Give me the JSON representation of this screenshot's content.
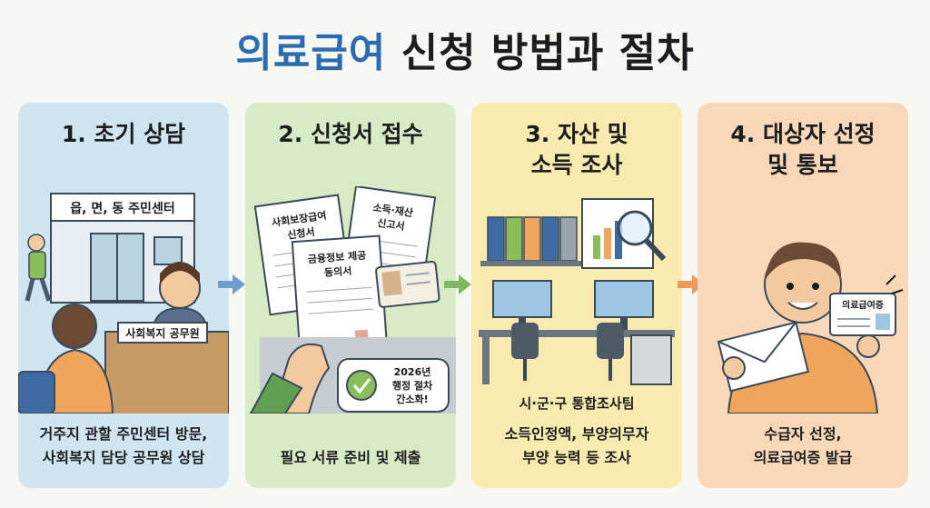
{
  "title": {
    "highlight": "의료급여",
    "rest": "신청 방법과 절차"
  },
  "steps": [
    {
      "heading": "1. 초기 상담",
      "sign": "읍, 면, 동 주민센터",
      "nameplate": "사회복지 공무원",
      "desc": "거주지 관할 주민센터 방문,\n사회복지 담당 공무원 상담"
    },
    {
      "heading": "2. 신청서 접수",
      "doc1": [
        "사회보장급여",
        "신청서"
      ],
      "doc2": [
        "소득·재산",
        "신고서"
      ],
      "doc3": [
        "금융정보 제공",
        "동의서"
      ],
      "badge": [
        "2026년",
        "행정 절차",
        "간소화!"
      ],
      "desc": "필요 서류 준비 및 제출"
    },
    {
      "heading_lines": [
        "3. 자산 및",
        "소득 조사"
      ],
      "team": "시·군·구 통합조사팀",
      "desc": "소득인정액, 부양의무자\n부양 능력 등 조사"
    },
    {
      "heading_lines": [
        "4. 대상자 선정",
        "및 통보"
      ],
      "card_label": "의료급여증",
      "desc": "수급자 선정,\n의료급여증 발급"
    }
  ],
  "colors": {
    "title_accent": "#2b6cb0",
    "arrow_1": "#6f9fd0",
    "arrow_2": "#7fb860",
    "arrow_3": "#ee9a5a"
  }
}
